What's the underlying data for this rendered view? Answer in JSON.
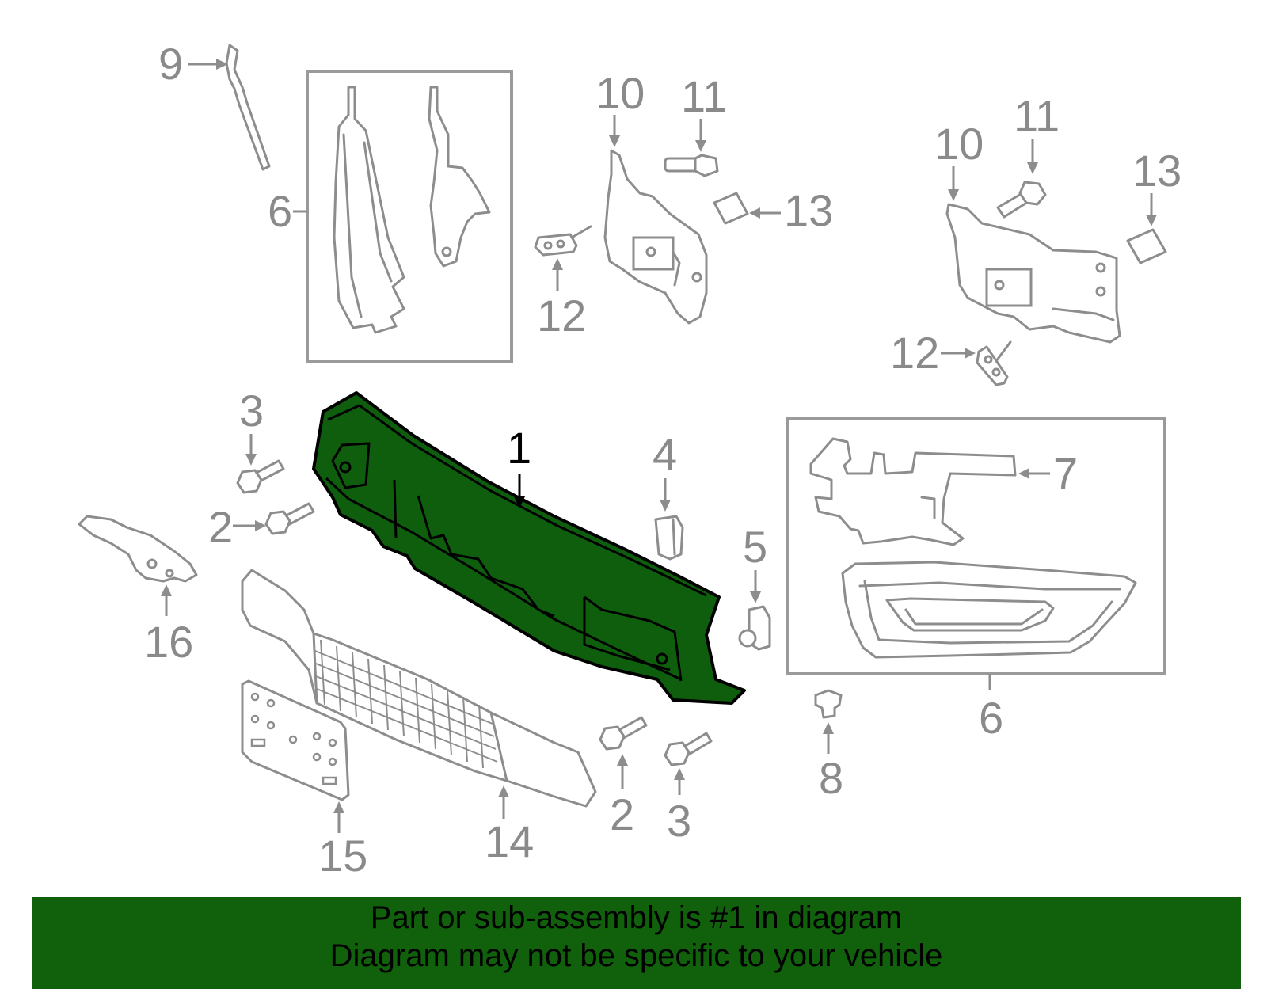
{
  "callouts": {
    "c1": "1",
    "c2a": "2",
    "c2b": "2",
    "c3a": "3",
    "c3b": "3",
    "c4": "4",
    "c5": "5",
    "c6a": "6",
    "c6b": "6",
    "c7": "7",
    "c8": "8",
    "c9": "9",
    "c10a": "10",
    "c10b": "10",
    "c11a": "11",
    "c11b": "11",
    "c12a": "12",
    "c12b": "12",
    "c13a": "13",
    "c13b": "13",
    "c14": "14",
    "c15": "15",
    "c16": "16"
  },
  "colors": {
    "highlight": "#0e5e0e",
    "banner": "#10600c",
    "linework": "#8d8d8d"
  },
  "banner": {
    "line1": "Part or sub-assembly is #1 in diagram",
    "line2": "Diagram may not be specific to your vehicle"
  }
}
